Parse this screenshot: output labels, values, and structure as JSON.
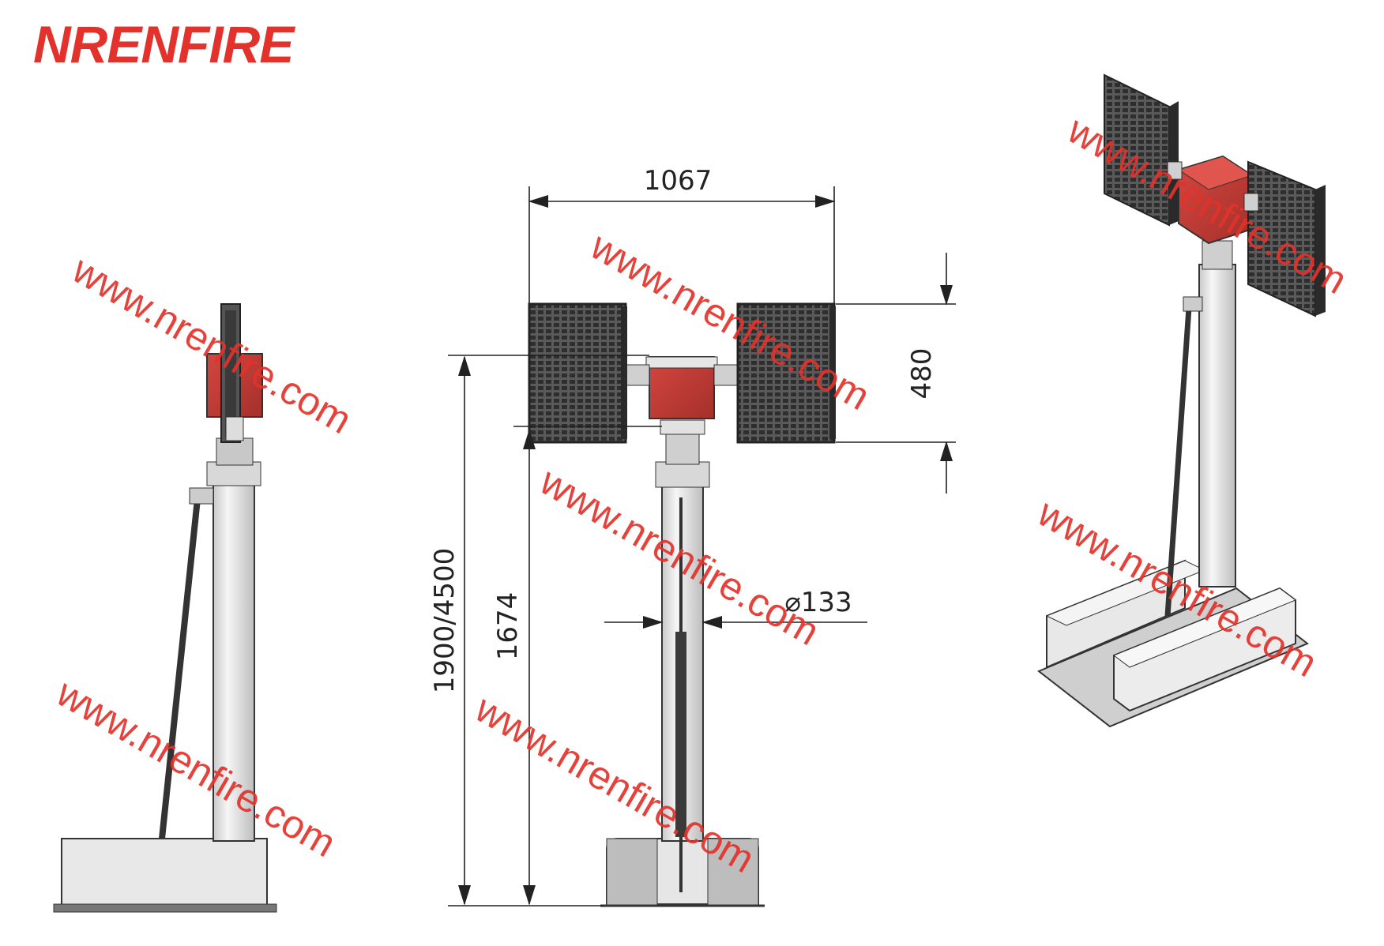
{
  "brand": {
    "name": "NRENFIRE",
    "color": "#e2322b"
  },
  "watermark": {
    "text": "www.nrenfire.com",
    "color": "#e2322b"
  },
  "dimensions": {
    "width": "1067",
    "head_height": "480",
    "diameter": "⌀133",
    "mast_height": "1674",
    "total_height": "1900/4500"
  },
  "colors": {
    "head_box": "#b23a34",
    "pole": "#e6e6e6",
    "panel": "#3b3b3b",
    "line": "#222222"
  },
  "icons": [
    "side-view-drawing",
    "front-view-drawing",
    "iso-view-drawing"
  ]
}
